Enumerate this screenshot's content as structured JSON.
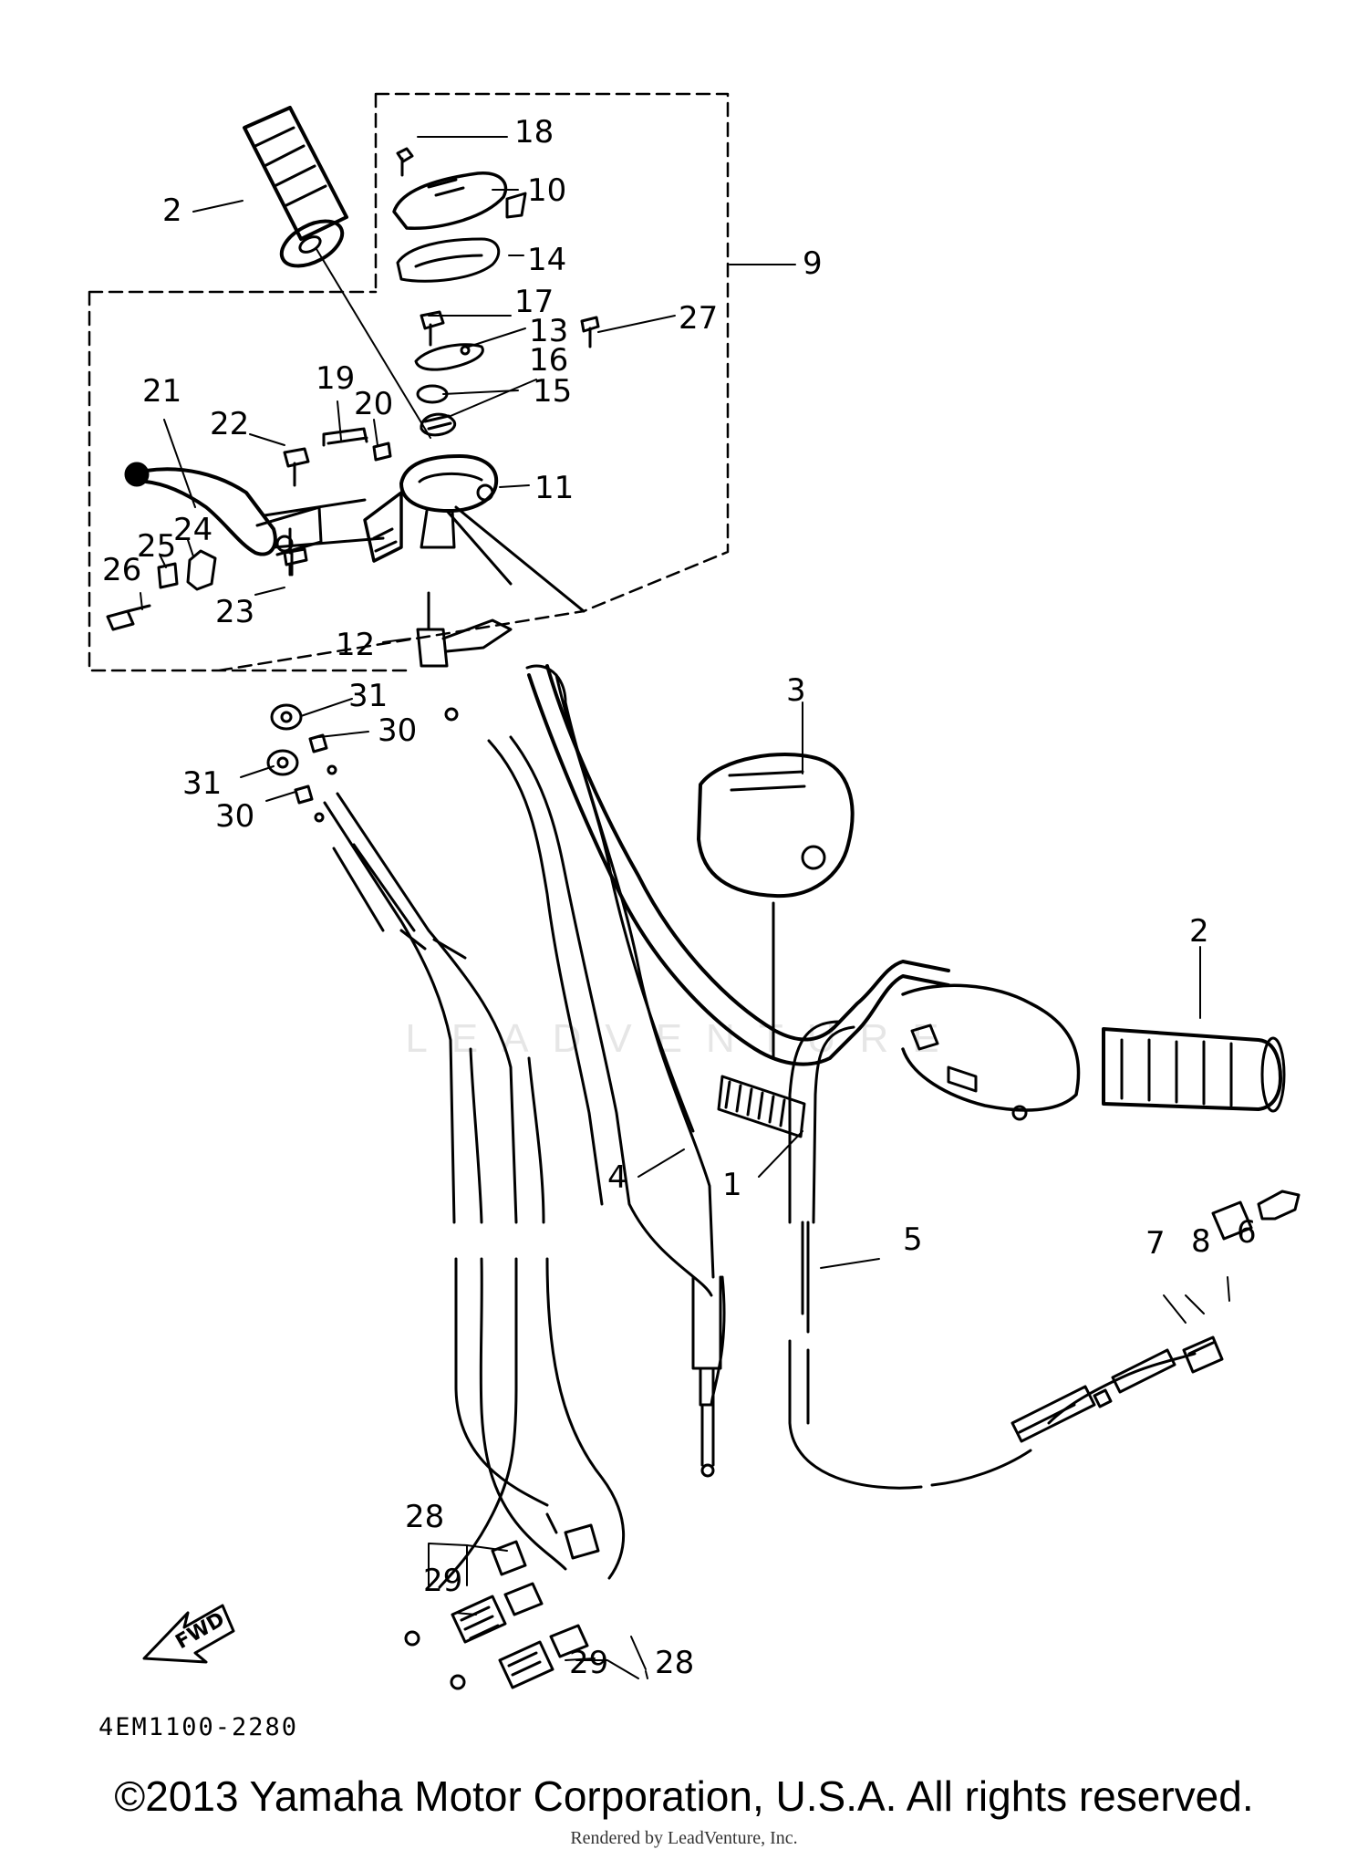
{
  "diagram_code": "4EM1100-2280",
  "fwd_label": "FWD",
  "copyright": "©2013 Yamaha Motor Corporation, U.S.A. All rights reserved.",
  "rendered_by": "Rendered by LeadVenture, Inc.",
  "watermark": "LEADVENTURE",
  "callouts": {
    "c1": "1",
    "c2a": "2",
    "c2b": "2",
    "c3": "3",
    "c4": "4",
    "c5": "5",
    "c6": "6",
    "c7": "7",
    "c8": "8",
    "c9": "9",
    "c10": "10",
    "c11": "11",
    "c12": "12",
    "c13": "13",
    "c14": "14",
    "c15": "15",
    "c16": "16",
    "c17": "17",
    "c18": "18",
    "c19": "19",
    "c20": "20",
    "c21": "21",
    "c22": "22",
    "c23": "23",
    "c24": "24",
    "c25": "25",
    "c26": "26",
    "c27": "27",
    "c28a": "28",
    "c28b": "28",
    "c29a": "29",
    "c29b": "29",
    "c30a": "30",
    "c30b": "30",
    "c31a": "31",
    "c31b": "31"
  }
}
